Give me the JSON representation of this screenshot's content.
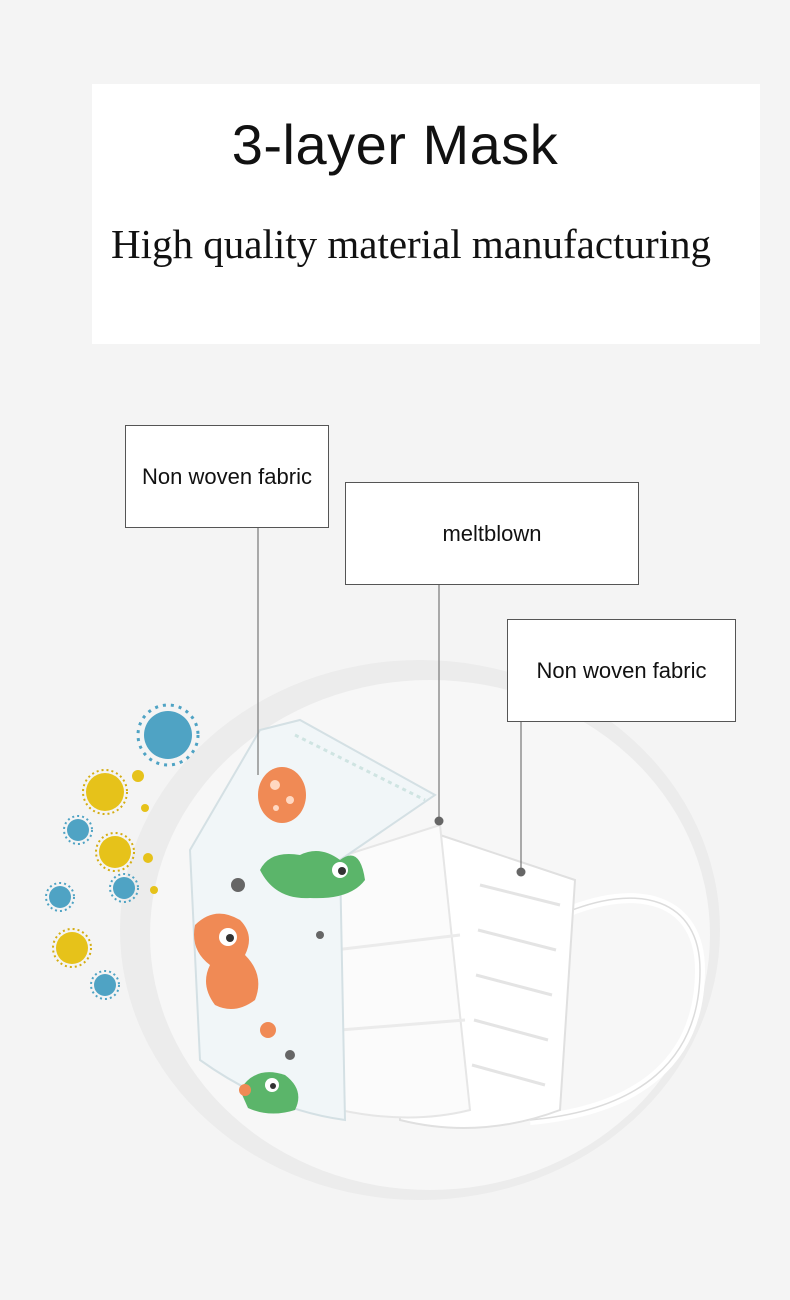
{
  "header": {
    "title": "3-layer Mask",
    "subtitle": "High quality material manufacturing"
  },
  "layers": [
    {
      "label": "Non woven fabric"
    },
    {
      "label": "meltblown"
    },
    {
      "label": "Non woven fabric"
    }
  ],
  "colors": {
    "background": "#f4f4f4",
    "virus_blue": "#4fa3c4",
    "virus_yellow": "#e6c21a",
    "dino_orange": "#f08a55",
    "dino_green": "#5bb56a"
  }
}
